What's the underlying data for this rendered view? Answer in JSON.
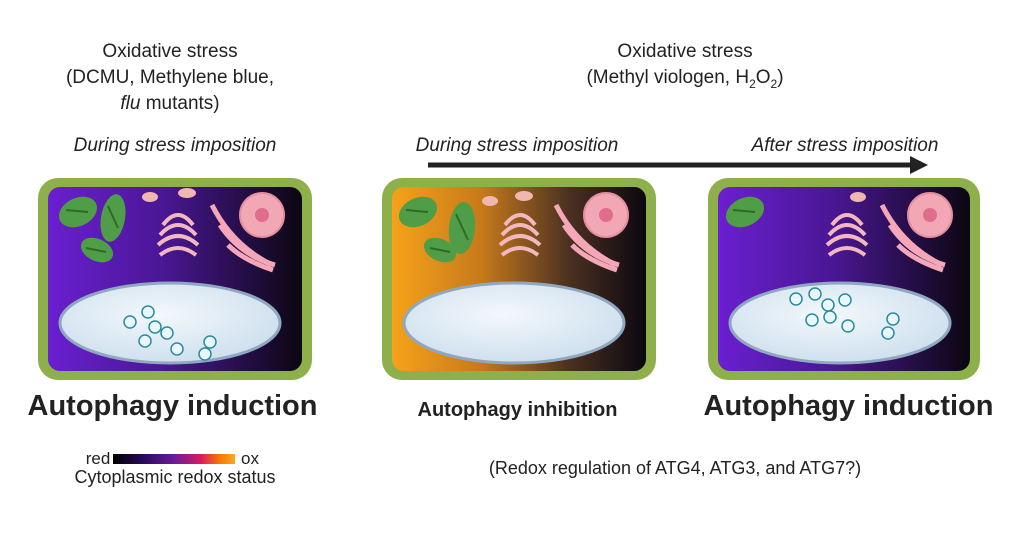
{
  "left_panel": {
    "title_line1": "Oxidative stress",
    "title_line2": "(DCMU, Methylene blue,",
    "title_line3_italic": "flu",
    "title_line3_rest": " mutants)",
    "phase_label": "During stress imposition",
    "outcome_label": "Autophagy induction"
  },
  "right_panel": {
    "title_line1": "Oxidative stress",
    "title_line2_prefix": "(Methyl viologen, H",
    "title_sub1": "2",
    "title_mid": "O",
    "title_sub2": "2",
    "title_suffix": ")",
    "phase_during": "During stress imposition",
    "phase_after": "After stress imposition",
    "outcome_middle": "Autophagy inhibition",
    "outcome_right": "Autophagy induction",
    "note": "(Redox regulation of ATG4, ATG3, and ATG7?)"
  },
  "legend": {
    "left_label": "red",
    "right_label": "ox",
    "caption": "Cytoplasmic redox status"
  },
  "colors": {
    "cell_wall": "#8db04a",
    "reduced": "#000000",
    "oxidized": "#f9a825",
    "purple": "#6a1fd0",
    "vacuole": "#e3eef7",
    "chloroplast": "#4f9d46",
    "nucleus": "#f2a7b4",
    "golgi": "#f3b7c0"
  }
}
